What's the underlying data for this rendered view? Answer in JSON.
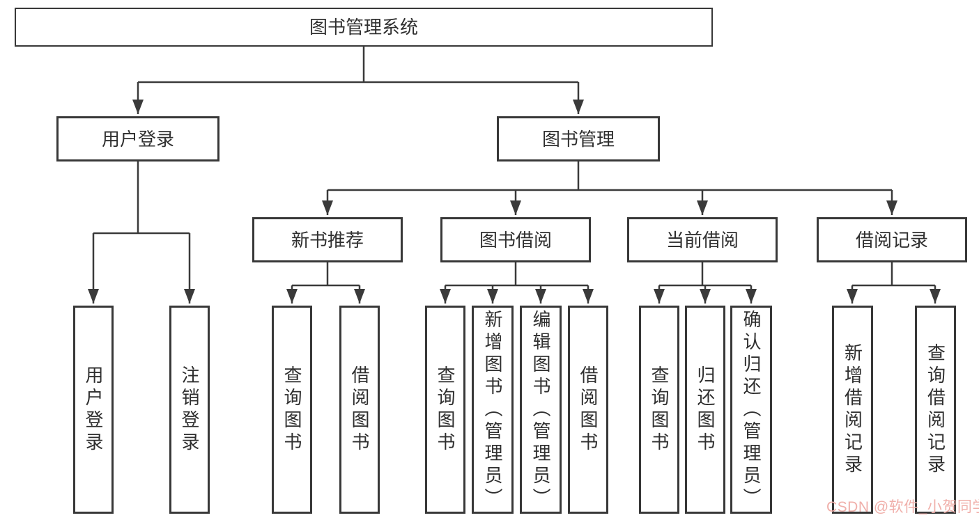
{
  "root_label": "图书管理系统",
  "level2": [
    "用户登录",
    "图书管理"
  ],
  "level3": [
    "新书推荐",
    "图书借阅",
    "当前借阅",
    "借阅记录"
  ],
  "leaves": {
    "login": [
      "用户登录",
      "注销登录"
    ],
    "recommend": [
      "查询图书",
      "借阅图书"
    ],
    "borrow": [
      "查询图书",
      "新增图书（管理员）",
      "编辑图书（管理员）",
      "借阅图书"
    ],
    "current": [
      "查询图书",
      "归还图书",
      "确认归还（管理员）"
    ],
    "records": [
      "新增借阅记录",
      "查询借阅记录"
    ]
  },
  "watermark": "CSDN @软件_小贺同学",
  "colors": {
    "line": "#3a3a3a",
    "border": "#383838",
    "text": "#2f2f2f",
    "watermark": "#f0afaa",
    "background": "#ffffff"
  }
}
